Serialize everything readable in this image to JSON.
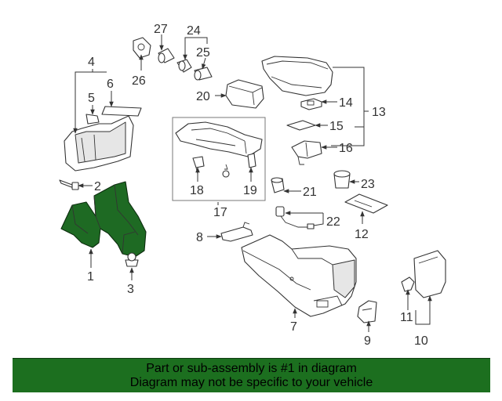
{
  "callouts": {
    "c1": "1",
    "c2": "2",
    "c3": "3",
    "c4": "4",
    "c5": "5",
    "c6": "6",
    "c7": "7",
    "c8": "8",
    "c9": "9",
    "c10": "10",
    "c11": "11",
    "c12": "12",
    "c13": "13",
    "c14": "14",
    "c15": "15",
    "c16": "16",
    "c17": "17",
    "c18": "18",
    "c19": "19",
    "c20": "20",
    "c21": "21",
    "c22": "22",
    "c23": "23",
    "c24": "24",
    "c25": "25",
    "c26": "26",
    "c27": "27"
  },
  "highlight_color": "#1e6a23",
  "banner": {
    "line1": "Part or sub-assembly is #1 in diagram",
    "line2": "Diagram may not be specific to your vehicle",
    "background": "#1c6f1f"
  }
}
